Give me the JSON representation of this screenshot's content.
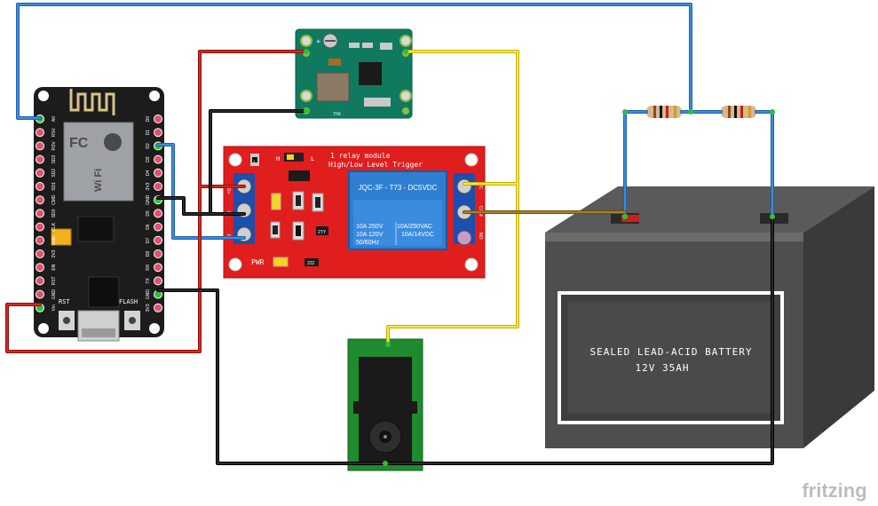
{
  "relay": {
    "line1": "1 relay module",
    "line2": "High/Low Level Trigger",
    "jumper_h": "H",
    "jumper_l": "L",
    "pwr": "PWR",
    "relay_model": "JQC-3F - T73 - DC5VDC",
    "spec_l1": "10A 250V",
    "spec_l2": "10A 120V",
    "spec_l3": "50/60Hz",
    "spec_r1": "10A/250VAC",
    "spec_r2": "10A/14VDC",
    "pins_left": [
      "D+",
      "D-",
      "IN"
    ],
    "pins_right": [
      "NC",
      "COM",
      "NO"
    ],
    "transistor": "2TY",
    "resistor_code": "222",
    "cap_code": "1"
  },
  "mcu": {
    "btn_rst": "RST",
    "btn_flash": "FLASH",
    "shield_fc": "FC",
    "shield_wifi": "Wi Fi",
    "pins_left": [
      "A0",
      "RSV",
      "RSV",
      "SD3",
      "SD2",
      "SD1",
      "CMD",
      "SD0",
      "CLK",
      "GND",
      "3V3",
      "EN",
      "RST",
      "GND",
      "Vin"
    ],
    "pins_right": [
      "D0",
      "D1",
      "D2",
      "D3",
      "D4",
      "3V3",
      "GND",
      "D5",
      "D6",
      "D7",
      "D8",
      "RX",
      "TX",
      "GND",
      "3V3"
    ]
  },
  "buck": {
    "plus": "+",
    "label": "TIM"
  },
  "battery": {
    "title": "SEALED LEAD-ACID BATTERY",
    "rating": "12V 35AH"
  },
  "brand": "fritzing",
  "colors": {
    "wire_blue": "#2f7fd1",
    "wire_red": "#c8201c",
    "wire_black": "#1a1a1a",
    "wire_yellow": "#f1df2a",
    "wire_brown": "#8a6a1e",
    "relay_board": "#e01e1e",
    "mcu_board": "#1c1c1c",
    "buck_board": "#0f7a60",
    "jack_board": "#1f8a2e",
    "battery_body": "#4a4a4a"
  }
}
